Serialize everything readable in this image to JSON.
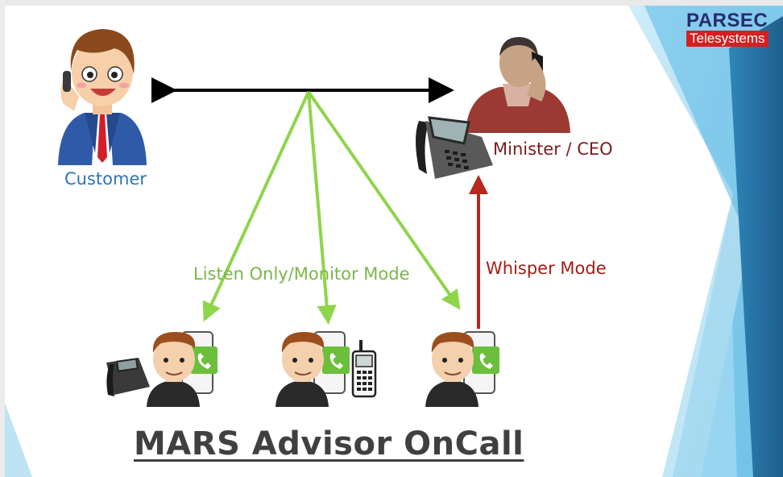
{
  "diagram": {
    "title": "MARS Advisor OnCall",
    "customer_label": "Customer",
    "minister_label": "Minister / CEO",
    "listen_label": "Listen Only/Monitor Mode",
    "whisper_label": "Whisper Mode"
  },
  "logo": {
    "brand_top": "PARSEC",
    "brand_bottom": "Telesystems"
  },
  "colors": {
    "listen_arrows": "#8ed54a",
    "whisper_arrow": "#b8281c",
    "call_line": "#000000",
    "accent_blue": "#2e74b5",
    "logo_red": "#d42020",
    "logo_navy": "#2a2a6e"
  },
  "icons": [
    "customer-icon",
    "minister-icon",
    "desk-phone-icon",
    "advisor-icon",
    "mobile-phone-icon",
    "call-icon"
  ]
}
